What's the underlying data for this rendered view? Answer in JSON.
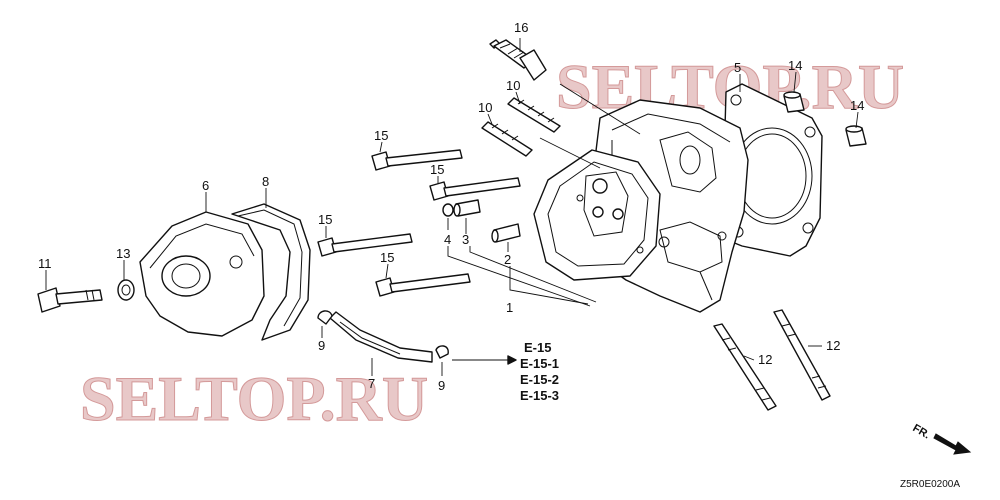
{
  "watermark": "SELTOP.RU",
  "callouts": [
    "16",
    "5",
    "14",
    "14",
    "10",
    "10",
    "15",
    "15",
    "6",
    "8",
    "15",
    "4",
    "3",
    "2",
    "15",
    "13",
    "11",
    "1",
    "9",
    "9",
    "7",
    "12",
    "12"
  ],
  "references": [
    "E-15",
    "E-15-1",
    "E-15-2",
    "E-15-3"
  ],
  "direction_label": "FR.",
  "diagram_code": "Z5R0E0200A"
}
